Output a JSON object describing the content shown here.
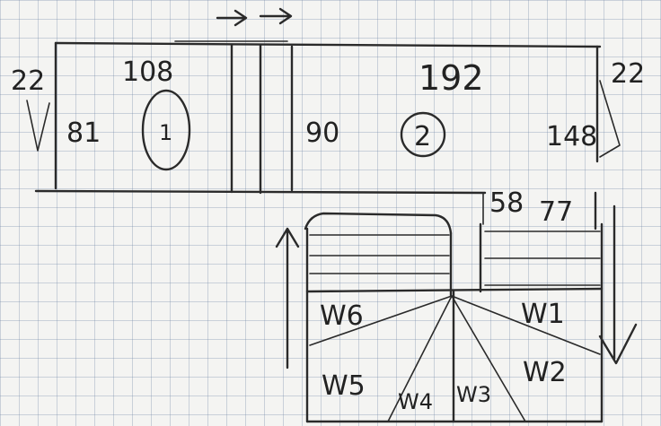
{
  "sketch": {
    "rooms": [
      {
        "id": "1",
        "width": "108",
        "height": "81",
        "side_note": "22"
      },
      {
        "id": "2",
        "width": "192",
        "height": "148",
        "side_note": "22"
      }
    ],
    "dimensions": {
      "divider_height": "90",
      "right_box_a": "58",
      "right_box_b": "77"
    },
    "walls": [
      "W1",
      "W2",
      "W3",
      "W4",
      "W5",
      "W6"
    ],
    "arrows_top": "→ →"
  }
}
